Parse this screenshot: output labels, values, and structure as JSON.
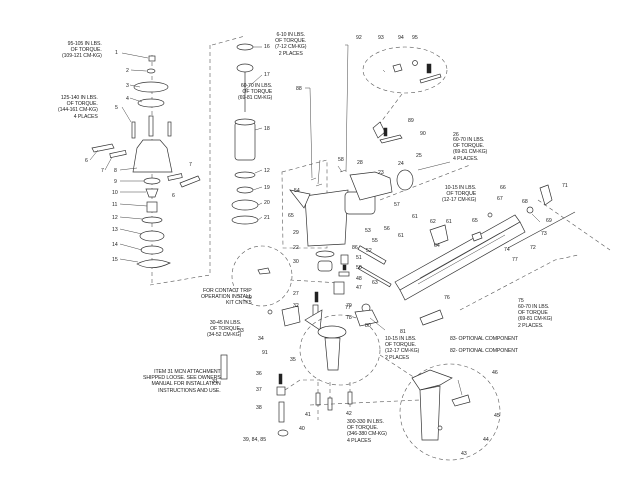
{
  "diagram": {
    "title": "Exploded parts diagram",
    "torque_notes": {
      "t1": "95-105 IN LBS.\nOF TORQUE.\n(109-121 CM-KG)",
      "t5": "125-140 IN LBS.\nOF TORQUE.\n(144-161 CM-KG)\n4 PLACES",
      "t17": "60-70 IN LBS.\nOF TORQUE\n(69-81 CM-KG)",
      "t88": "6-10 IN LBS.\nOF TORQUE.\n(7-12 CM-KG)\n2 PLACES",
      "t26": "60-70 IN LBS.\nOF TORQUE.\n(69-81 CM-KG)\n4 PLACES.",
      "t66": "10-15 IN LBS.\nOF TORQUE\n(12-17 CM-KG)",
      "t75": "60-70 IN LBS.\nOF TORQUE\n(69-81 CM-KG)\n2 PLACES.",
      "t81": "10-15 IN LBS.\nOF TORQUE.\n(12-17 CM-KG)\n2 PLACES",
      "t33": "30-45 IN LBS.\nOF TORQUE.\n(34-52 CM-KG)",
      "t42": "300-330 IN LBS.\nOF TORQUE.\n(346-380 CM-KG)\n4 PLACES"
    },
    "notes": {
      "contact_trip": "FOR CONTACT TRIP\nOPERATION INSTALL\nKIT CNTK5",
      "item31": "ITEM 31 MCN ATTACHMENT\nSHIPPED LOOSE. SEE OWNERS\nMANUAL FOR INSTALLATION\nINSTRUCTIONS AND USE.",
      "opt83": "83- OPTIONAL COMPONENT",
      "opt82": "82- OPTIONAL COMPONENT"
    },
    "part_numbers": {
      "p1": "1",
      "p2": "2",
      "p3": "3",
      "p4": "4",
      "p5": "5",
      "p6a": "6",
      "p6b": "6",
      "p7a": "7",
      "p7b": "7",
      "p8": "8",
      "p9": "9",
      "p10": "10",
      "p11": "11",
      "p12a": "12",
      "p13": "13",
      "p14": "14",
      "p15": "15",
      "p16": "16",
      "p17": "17",
      "p18": "18",
      "p12b": "12",
      "p19": "19",
      "p20": "20",
      "p21": "21",
      "p88": "88",
      "p58": "58",
      "p28": "28",
      "p54": "54",
      "p65a": "65",
      "p29": "29",
      "p22": "22",
      "p86": "86",
      "p30": "30",
      "p51": "51",
      "p50": "50",
      "p48": "48",
      "p53": "53",
      "p56": "56",
      "p55": "55",
      "p52": "52",
      "p63": "63",
      "p57": "57",
      "p92": "92",
      "p93": "93",
      "p94": "94",
      "p95": "95",
      "p89": "89",
      "p90": "90",
      "p26": "26",
      "p25": "25",
      "p24": "24",
      "p23": "23",
      "p61a": "61",
      "p62": "62",
      "p61b": "61",
      "p61c": "61",
      "p64": "64",
      "p65b": "65",
      "p66": "66",
      "p67": "67",
      "p68": "68",
      "p71": "71",
      "p69": "69",
      "p73": "73",
      "p74": "74",
      "p77a": "77",
      "p72": "72",
      "p76": "76",
      "p75": "75",
      "p49": "49",
      "p27": "27",
      "p32": "32",
      "p47": "47",
      "p79": "79",
      "p77b": "77",
      "p78": "78",
      "p80": "80",
      "p81": "81",
      "p33": "33",
      "p34": "34",
      "p91": "91",
      "p35": "35",
      "p31": "31",
      "p36": "36",
      "p37": "37",
      "p38": "38",
      "p41": "41",
      "p40": "40",
      "p39": "39, 84, 85",
      "p42": "42",
      "p46": "46",
      "p45": "45",
      "p44": "44",
      "p43": "43"
    }
  }
}
